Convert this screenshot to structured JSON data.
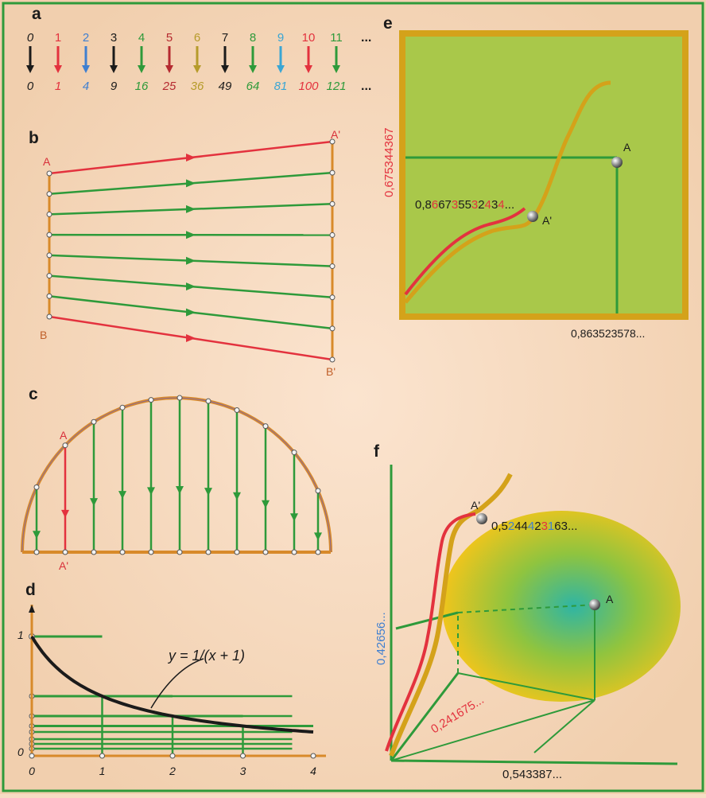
{
  "panels": {
    "a": {
      "label": "a",
      "ellipsis": "...",
      "items": [
        {
          "n": "0",
          "sq": "0",
          "color": "#1b1b1b"
        },
        {
          "n": "1",
          "sq": "1",
          "color": "#e3323e"
        },
        {
          "n": "2",
          "sq": "4",
          "color": "#3f7fd0"
        },
        {
          "n": "3",
          "sq": "9",
          "color": "#1b1b1b"
        },
        {
          "n": "4",
          "sq": "16",
          "color": "#2e9a3a"
        },
        {
          "n": "5",
          "sq": "25",
          "color": "#b52a30"
        },
        {
          "n": "6",
          "sq": "36",
          "color": "#b69b2a"
        },
        {
          "n": "7",
          "sq": "49",
          "color": "#1b1b1b"
        },
        {
          "n": "8",
          "sq": "64",
          "color": "#2e9a3a"
        },
        {
          "n": "9",
          "sq": "81",
          "color": "#3aa6d4"
        },
        {
          "n": "10",
          "sq": "100",
          "color": "#e3323e"
        },
        {
          "n": "11",
          "sq": "121",
          "color": "#2e9a3a"
        }
      ]
    },
    "b": {
      "label": "b",
      "point_a": "A",
      "point_a2": "A'",
      "point_b": "B",
      "point_b2": "B'"
    },
    "c": {
      "label": "c",
      "point_a": "A",
      "point_a2": "A'"
    },
    "d": {
      "label": "d",
      "formula": "y = 1/(x + 1)",
      "y_one": "1",
      "y_zero": "0",
      "x_ticks": [
        "0",
        "1",
        "2",
        "3",
        "4"
      ]
    },
    "e": {
      "label": "e",
      "y_value": "0,675344367",
      "x_value": "0,863523578...",
      "point_a": "A",
      "point_a2": "A'",
      "digits_a2": [
        {
          "t": "0,8",
          "c": "#1b1b1b"
        },
        {
          "t": "6",
          "c": "#e3323e"
        },
        {
          "t": "67",
          "c": "#1b1b1b"
        },
        {
          "t": "3",
          "c": "#e3323e"
        },
        {
          "t": "55",
          "c": "#1b1b1b"
        },
        {
          "t": "3",
          "c": "#e3323e"
        },
        {
          "t": "2",
          "c": "#1b1b1b"
        },
        {
          "t": "4",
          "c": "#e3323e"
        },
        {
          "t": "3",
          "c": "#1b1b1b"
        },
        {
          "t": "4",
          "c": "#e3323e"
        },
        {
          "t": "...",
          "c": "#1b1b1b"
        }
      ],
      "colors": {
        "panel": "#a9c84a",
        "border": "#d4a21a"
      }
    },
    "f": {
      "label": "f",
      "point_a": "A",
      "point_a2": "A'",
      "z_value": "0,42656...",
      "diag_value": "0,241675...",
      "x_value": "0,543387...",
      "digits_a2": [
        {
          "t": "0,5",
          "c": "#1b1b1b"
        },
        {
          "t": "2",
          "c": "#3f7fd0"
        },
        {
          "t": "44",
          "c": "#1b1b1b"
        },
        {
          "t": "4",
          "c": "#3f7fd0"
        },
        {
          "t": "2",
          "c": "#1b1b1b"
        },
        {
          "t": "3",
          "c": "#e3323e"
        },
        {
          "t": "1",
          "c": "#3f7fd0"
        },
        {
          "t": "6",
          "c": "#1b1b1b"
        },
        {
          "t": "3",
          "c": "#1b1b1b"
        },
        {
          "t": "...",
          "c": "#1b1b1b"
        }
      ]
    }
  },
  "colors": {
    "red": "#e3323e",
    "green": "#2e9a3a",
    "orange": "#d88a2a",
    "black": "#1b1b1b",
    "blue": "#3f7fd0"
  }
}
